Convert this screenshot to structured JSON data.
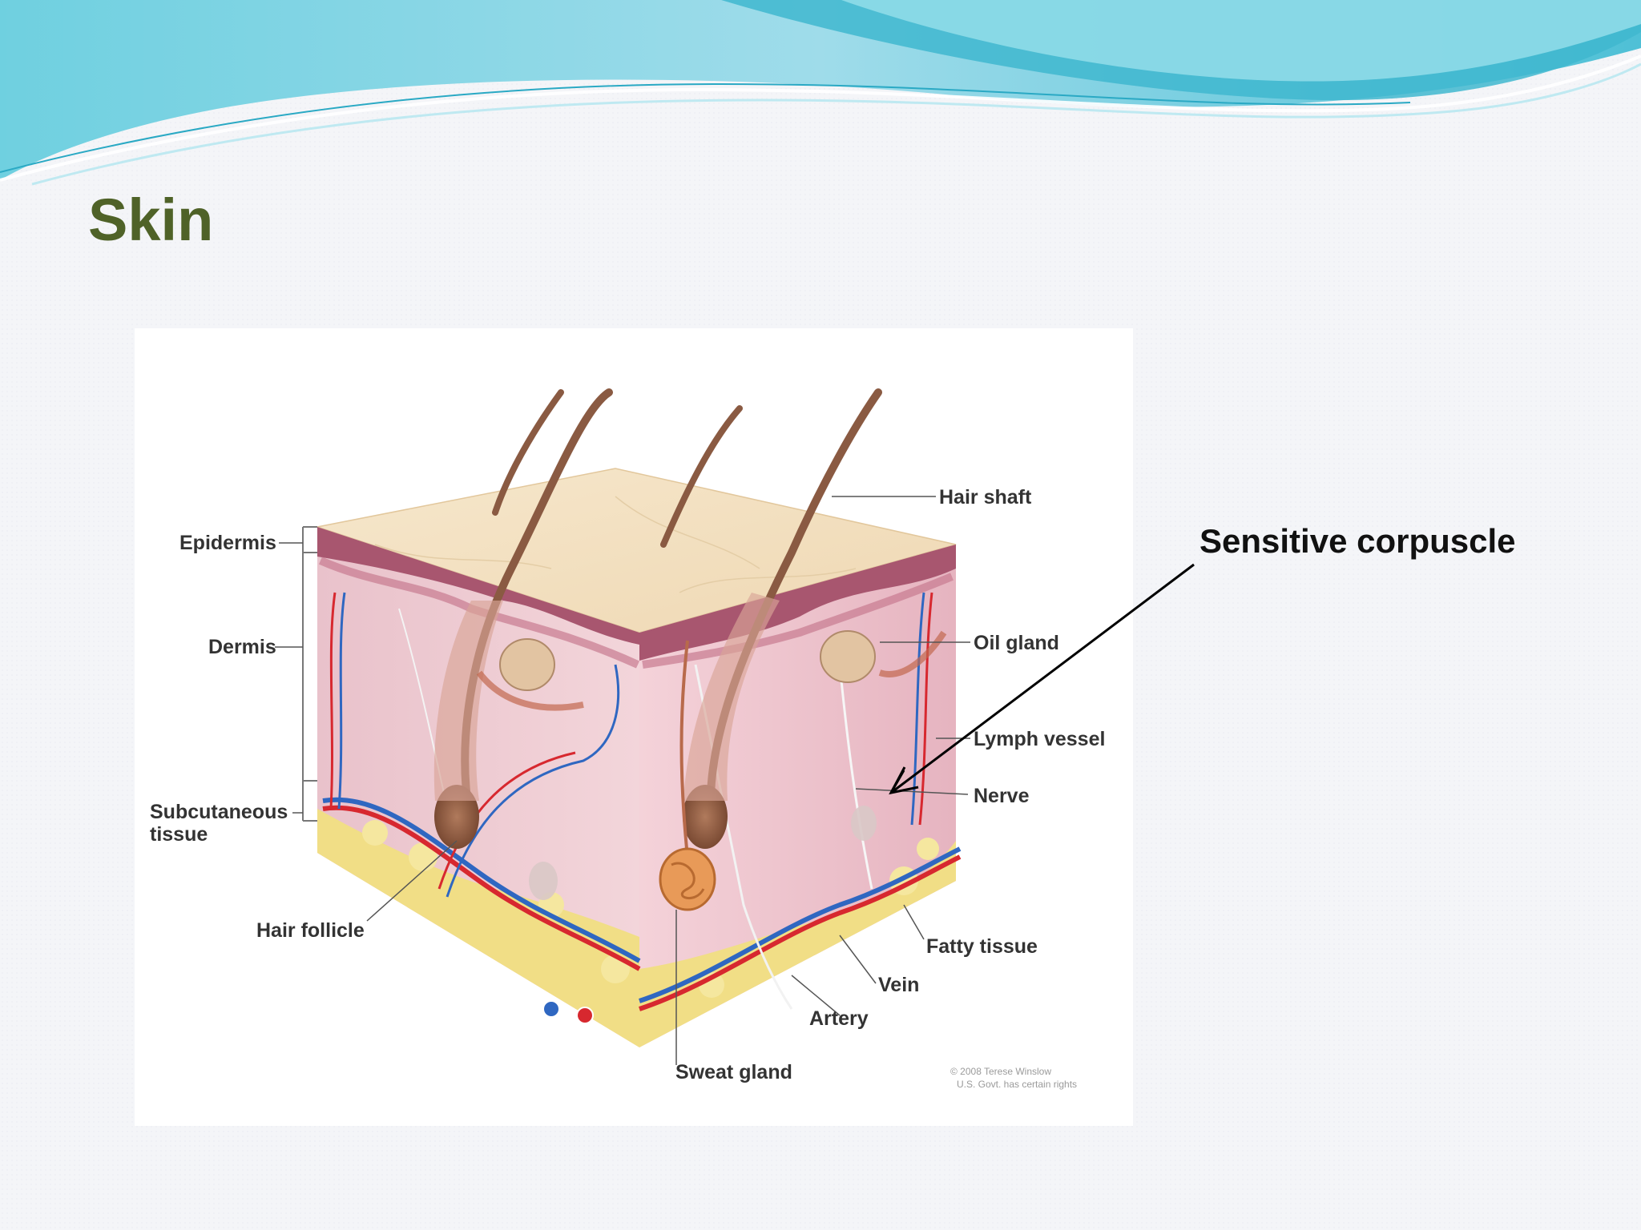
{
  "slide": {
    "title": "Skin"
  },
  "diagram": {
    "labels": {
      "epidermis": "Epidermis",
      "dermis": "Dermis",
      "subcutaneous_line1": "Subcutaneous",
      "subcutaneous_line2": "tissue",
      "hair_follicle": "Hair follicle",
      "hair_shaft": "Hair shaft",
      "oil_gland": "Oil gland",
      "lymph_vessel": "Lymph vessel",
      "nerve": "Nerve",
      "fatty_tissue": "Fatty tissue",
      "vein": "Vein",
      "artery": "Artery",
      "sweat_gland": "Sweat gland"
    },
    "copyright_line1": "© 2008 Terese Winslow",
    "copyright_line2": "U.S. Govt. has certain rights"
  },
  "callout": {
    "label": "Sensitive corpuscle"
  },
  "colors": {
    "title": "#4f6228",
    "wave_light": "#c9eef5",
    "wave_mid": "#7fd3e3",
    "wave_dark": "#2aa9c4",
    "skin_top": "#f3e2c4",
    "dermis": "#e8b6c3",
    "epidermis_band": "#a8566f",
    "fat": "#f1de86",
    "artery": "#d7282f",
    "vein": "#2f67c1"
  }
}
